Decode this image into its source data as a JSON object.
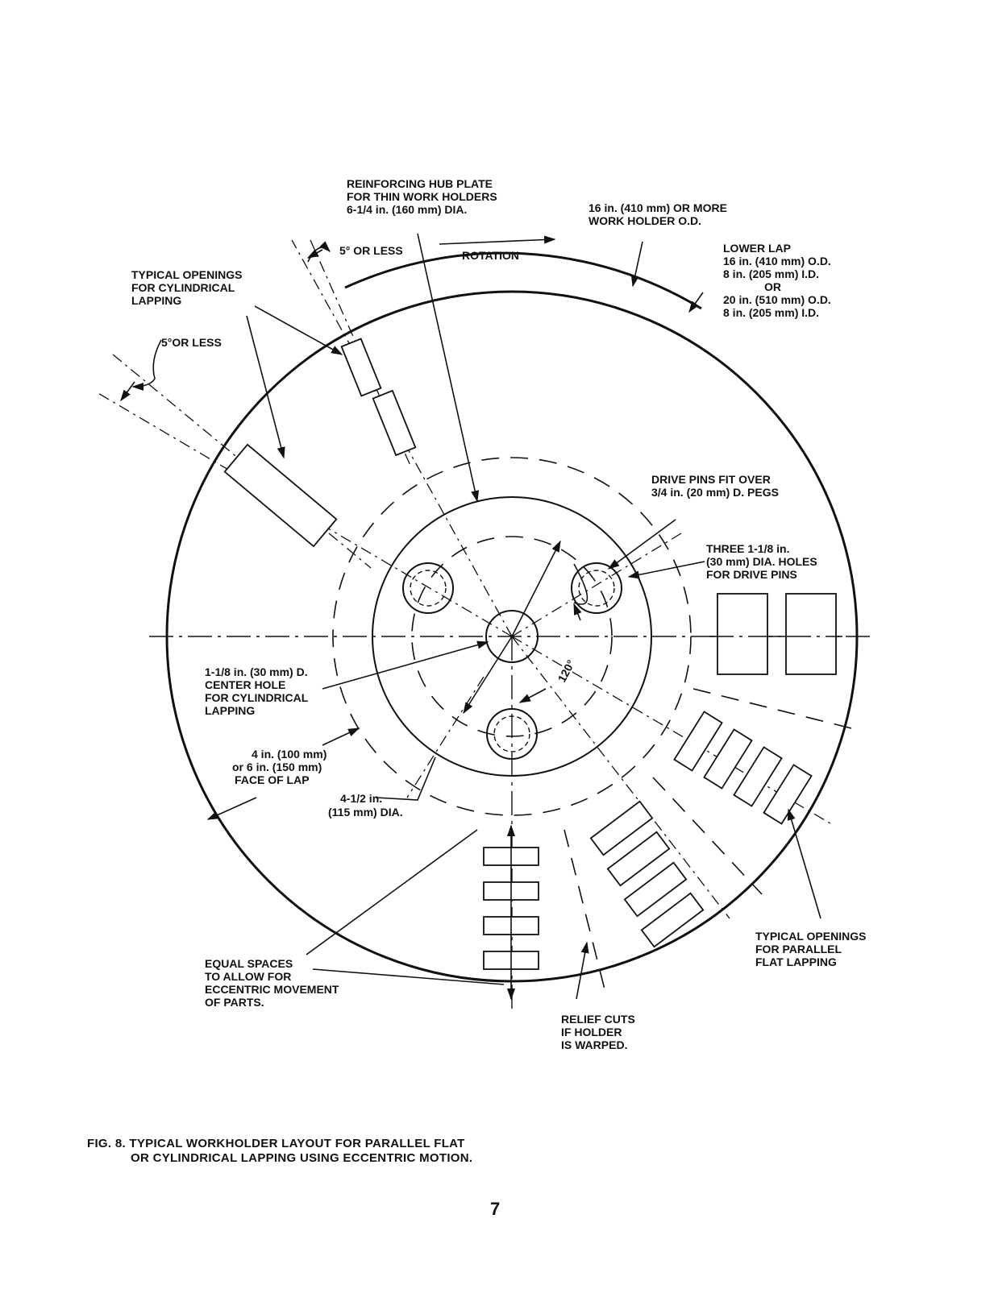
{
  "labels": {
    "hub_plate": [
      "REINFORCING HUB PLATE",
      "FOR THIN WORK HOLDERS",
      "6-1/4 in. (160 mm) DIA."
    ],
    "holder_od": [
      "16 in. (410 mm) OR MORE",
      "WORK HOLDER O.D."
    ],
    "lower_lap": [
      "LOWER LAP",
      "16 in. (410 mm) O.D.",
      "8 in. (205 mm) I.D.",
      "OR",
      "20 in. (510 mm) O.D.",
      "8 in. (205 mm) I.D."
    ],
    "angle_top": "5° OR LESS",
    "rotation": "ROTATION",
    "typical_cyl": [
      "TYPICAL OPENINGS",
      "FOR CYLINDRICAL",
      "LAPPING"
    ],
    "angle_left": "5°OR LESS",
    "drive_pins": [
      "DRIVE PINS FIT OVER",
      "3/4 in. (20 mm) D. PEGS"
    ],
    "three_holes": [
      "THREE 1-1/8 in.",
      "(30 mm) DIA. HOLES",
      "FOR DRIVE PINS"
    ],
    "center_hole": [
      "1-1/8 in. (30 mm) D.",
      "CENTER HOLE",
      "FOR CYLINDRICAL",
      "LAPPING"
    ],
    "face_of_lap": [
      "4 in. (100 mm)",
      "or 6 in. (150 mm)",
      "FACE OF LAP"
    ],
    "dia_115": [
      "4-1/2 in.",
      "(115 mm) DIA."
    ],
    "angle_120": "120°",
    "typical_flat": [
      "TYPICAL OPENINGS",
      "FOR PARALLEL",
      "FLAT LAPPING"
    ],
    "equal_spaces": [
      "EQUAL SPACES",
      "TO ALLOW FOR",
      "ECCENTRIC MOVEMENT",
      "OF PARTS."
    ],
    "relief_cuts": [
      "RELIEF CUTS",
      "IF HOLDER",
      "IS WARPED."
    ]
  },
  "caption": [
    "FIG. 8.  TYPICAL WORKHOLDER LAYOUT FOR PARALLEL FLAT",
    "OR CYLINDRICAL LAPPING USING ECCENTRIC MOTION."
  ],
  "page_number": "7"
}
